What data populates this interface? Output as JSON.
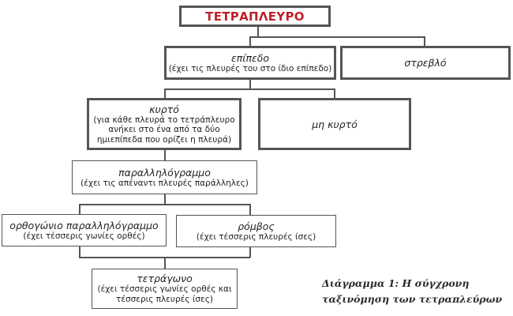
{
  "diagram": {
    "root": {
      "label": "ΤΕΤΡΑΠΛΕΥΡΟ",
      "color": "#c0202a"
    },
    "level1": [
      {
        "name": "επίπεδο",
        "desc": "(έχει τις πλευρές του στο ίδιο επίπεδο)"
      },
      {
        "name": "στρεβλό"
      }
    ],
    "level2": [
      {
        "name": "κυρτό",
        "desc_lines": [
          "(για κάθε πλευρά το τετράπλευρο",
          "ανήκει στο ένα από τα δύο",
          "ημιεπίπεδα που ορίζει η πλευρά)"
        ]
      },
      {
        "name": "μη κυρτό"
      }
    ],
    "level3": {
      "name": "παραλληλόγραμμο",
      "desc": "(έχει τις απέναντι πλευρές παράλληλες)"
    },
    "level4": [
      {
        "name": "ορθογώνιο παραλληλόγραμμο",
        "desc": "(έχει τέσσερις γωνίες ορθές)"
      },
      {
        "name": "ρόμβος",
        "desc": "(έχει τέσσερις πλευρές ίσες)"
      }
    ],
    "level5": {
      "name": "τετράγωνο",
      "desc_lines": [
        "(έχει τέσσερις γωνίες ορθές και",
        "τέσσερις πλευρές ίσες)"
      ]
    },
    "caption": {
      "line1": "Διάγραμμα 1: Η σύγχρονη",
      "line2": "ταξινόμηση των τετραπλεύρων"
    },
    "colors": {
      "border": "#555555",
      "title": "#c0202a",
      "text": "#222222"
    }
  }
}
